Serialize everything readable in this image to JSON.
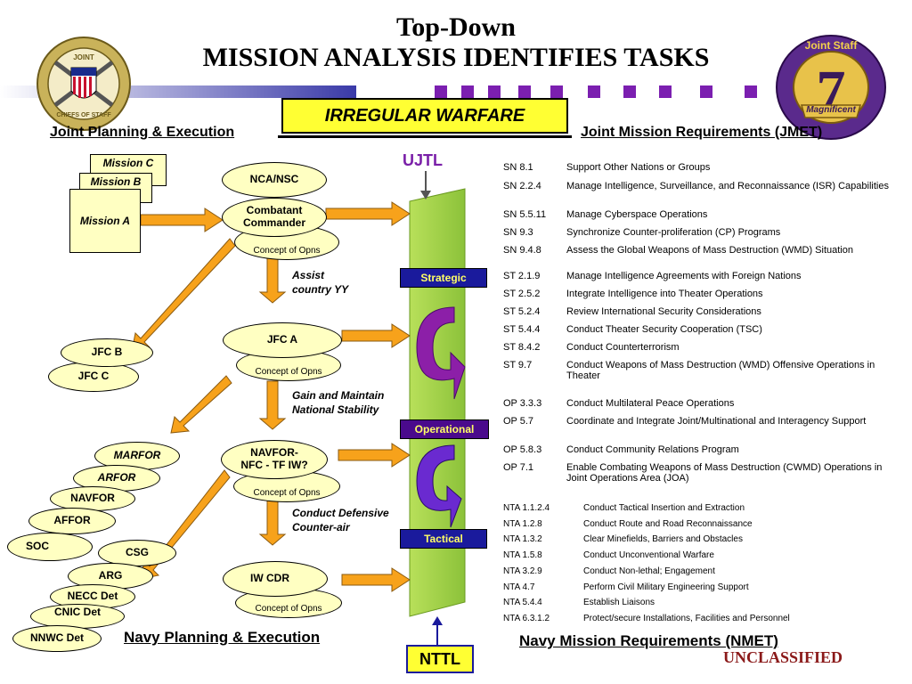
{
  "header": {
    "title_line1": "Top-Down",
    "title_line2": "MISSION ANALYSIS IDENTIFIES TASKS",
    "banner": "IRREGULAR WARFARE",
    "left_seal_text_top": "JOINT",
    "left_seal_text_bottom": "CHIEFS OF STAFF",
    "right_seal_text_top": "Joint Staff",
    "right_seal_number": "7",
    "right_seal_ribbon": "Magnificent"
  },
  "sections": {
    "joint_planning": "Joint Planning & Execution",
    "joint_requirements": "Joint Mission Requirements (JMET)",
    "navy_planning": "Navy Planning & Execution",
    "navy_requirements": "Navy Mission Requirements (NMET)"
  },
  "ujtl": "UJTL",
  "nttl": "NTTL",
  "classification": "UNCLASSIFIED",
  "levels": {
    "strategic": "Strategic",
    "operational": "Operational",
    "tactical": "Tactical"
  },
  "missions": {
    "c": "Mission C",
    "b": "Mission B",
    "a": "Mission A"
  },
  "nodes": {
    "nca": "NCA/NSC",
    "combatant_line1": "Combatant",
    "combatant_line2": "Commander",
    "concept": "Concept of Opns",
    "jfc_a": "JFC A",
    "jfc_b": "JFC B",
    "jfc_c": "JFC C",
    "navfor_tf_line1": "NAVFOR-",
    "navfor_tf_line2": "NFC - TF IW?",
    "iw_cdr": "IW CDR",
    "marfor": "MARFOR",
    "arfor": "ARFOR",
    "navfor": "NAVFOR",
    "affor": "AFFOR",
    "soc": "SOC",
    "csg": "CSG",
    "arg": "ARG",
    "necc": "NECC Det",
    "cnic": "CNIC Det",
    "nnwc": "NNWC Det"
  },
  "notes": {
    "assist_1": "Assist",
    "assist_2": "country YY",
    "gain_1": "Gain and Maintain",
    "gain_2": "National Stability",
    "defense_1": "Conduct Defensive",
    "defense_2": "Counter-air"
  },
  "sn_tasks": [
    {
      "code": "SN 8.1",
      "desc": "Support Other Nations or Groups"
    },
    {
      "code": "SN 2.2.4",
      "desc": "Manage Intelligence,  Surveillance, and Reconnaissance (ISR) Capabilities"
    },
    {
      "code": "SN 5.5.11",
      "desc": "Manage Cyberspace Operations"
    },
    {
      "code": "SN 9.3",
      "desc": "Synchronize Counter-proliferation (CP) Programs"
    },
    {
      "code": "SN 9.4.8",
      "desc": "Assess the Global Weapons of Mass Destruction (WMD) Situation"
    }
  ],
  "st_tasks": [
    {
      "code": "ST 2.1.9",
      "desc": "Manage Intelligence Agreements with Foreign Nations"
    },
    {
      "code": "ST 2.5.2",
      "desc": " Integrate Intelligence into Theater Operations"
    },
    {
      "code": "ST 5.2.4",
      "desc": "Review International Security Considerations"
    },
    {
      "code": "ST 5.4.4",
      "desc": "Conduct Theater Security Cooperation (TSC)"
    },
    {
      "code": "ST 8.4.2",
      "desc": "Conduct Counterterrorism"
    },
    {
      "code": "ST 9.7",
      "desc": "Conduct Weapons of Mass Destruction (WMD) Offensive Operations in Theater"
    }
  ],
  "op_tasks": [
    {
      "code": "OP 3.3.3",
      "desc": "Conduct Multilateral Peace Operations"
    },
    {
      "code": "OP 5.7",
      "desc": "Coordinate and Integrate Joint/Multinational and Interagency Support"
    },
    {
      "code": "OP 5.8.3",
      "desc": "Conduct Community Relations Program"
    },
    {
      "code": "OP 7.1",
      "desc": "Enable Combating Weapons of Mass Destruction (CWMD) Operations in Joint Operations Area (JOA)"
    }
  ],
  "nta_tasks": [
    {
      "code": "NTA 1.1.2.4",
      "desc": "Conduct Tactical Insertion and Extraction"
    },
    {
      "code": "NTA 1.2.8",
      "desc": "Conduct Route and Road Reconnaissance"
    },
    {
      "code": "NTA 1.3.2",
      "desc": "Clear Minefields, Barriers and Obstacles"
    },
    {
      "code": "NTA 1.5.8",
      "desc": "Conduct Unconventional Warfare"
    },
    {
      "code": "NTA 3.2.9",
      "desc": "Conduct Non-lethal; Engagement"
    },
    {
      "code": "NTA 4.7",
      "desc": "Perform Civil Military Engineering Support"
    },
    {
      "code": "NTA 5.4.4",
      "desc": "Establish Liaisons"
    },
    {
      "code": "NTA 6.3.1.2",
      "desc": "Protect/secure Installations, Facilities and Personnel"
    }
  ],
  "colors": {
    "arrow_orange": "#f7a21b",
    "pillar_green": "#a6d44a",
    "curl_purple": "#8c1fa8",
    "curl_blue": "#2a66d9",
    "node_fill": "#ffffc2",
    "banner_fill": "#ffff33",
    "level_blue": "#1a1a9c",
    "classification_red": "#8b1a1a",
    "header_bar": "#3a3aa8"
  }
}
